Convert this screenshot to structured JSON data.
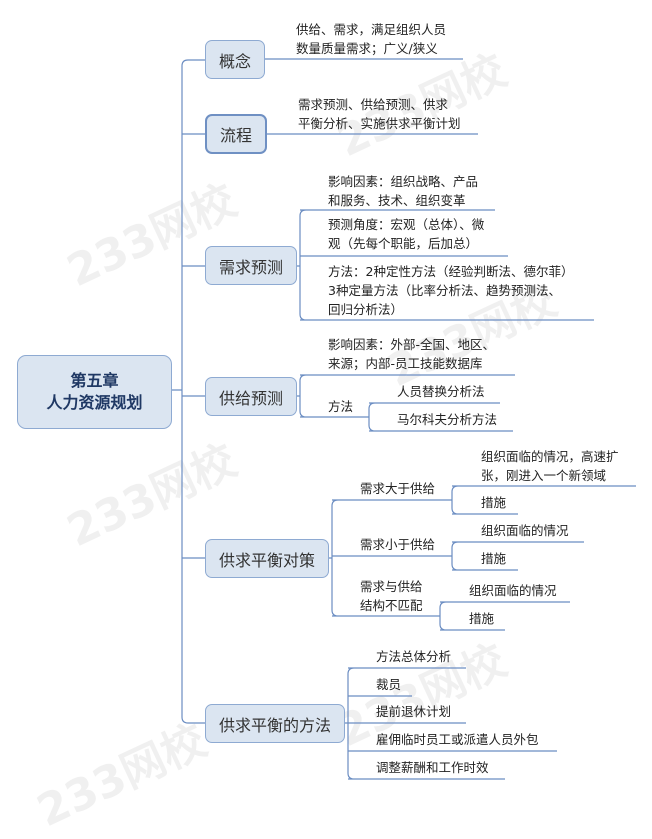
{
  "root": {
    "line1": "第五章",
    "line2": "人力资源规划"
  },
  "watermark": "233网校",
  "branches": [
    {
      "label": "概念",
      "leaves": [
        {
          "text": "供给、需求，满足组织人员\n数量质量需求；广义/狭义"
        }
      ]
    },
    {
      "label": "流程",
      "leaves": [
        {
          "text": "需求预测、供给预测、供求\n平衡分析、实施供求平衡计划"
        }
      ]
    },
    {
      "label": "需求预测",
      "leaves": [
        {
          "text": "影响因素：组织战略、产品\n和服务、技术、组织变革"
        },
        {
          "text": "预测角度：宏观（总体）、微\n观（先每个职能，后加总）"
        },
        {
          "text": "方法：2种定性方法（经验判断法、德尔菲）\n3种定量方法（比率分析法、趋势预测法、\n回归分析法）"
        }
      ]
    },
    {
      "label": "供给预测",
      "leaves": [
        {
          "text": "影响因素：外部-全国、地区、\n来源；内部-员工技能数据库"
        },
        {
          "text": "方法",
          "children": [
            "人员替换分析法",
            "马尔科夫分析方法"
          ]
        }
      ]
    },
    {
      "label": "供求平衡对策",
      "leaves": [
        {
          "text": "需求大于供给",
          "children": [
            "组织面临的情况，高速扩\n张，刚进入一个新领域",
            "措施"
          ]
        },
        {
          "text": "需求小于供给",
          "children": [
            "组织面临的情况",
            "措施"
          ]
        },
        {
          "text": "需求与供给\n结构不匹配",
          "children": [
            "组织面临的情况",
            "措施"
          ]
        }
      ]
    },
    {
      "label": "供求平衡的方法",
      "leaves": [
        {
          "text": "方法总体分析"
        },
        {
          "text": "裁员"
        },
        {
          "text": "提前退休计划"
        },
        {
          "text": "雇佣临时员工或派遣人员外包"
        },
        {
          "text": "调整薪酬和工作时效"
        }
      ]
    }
  ]
}
